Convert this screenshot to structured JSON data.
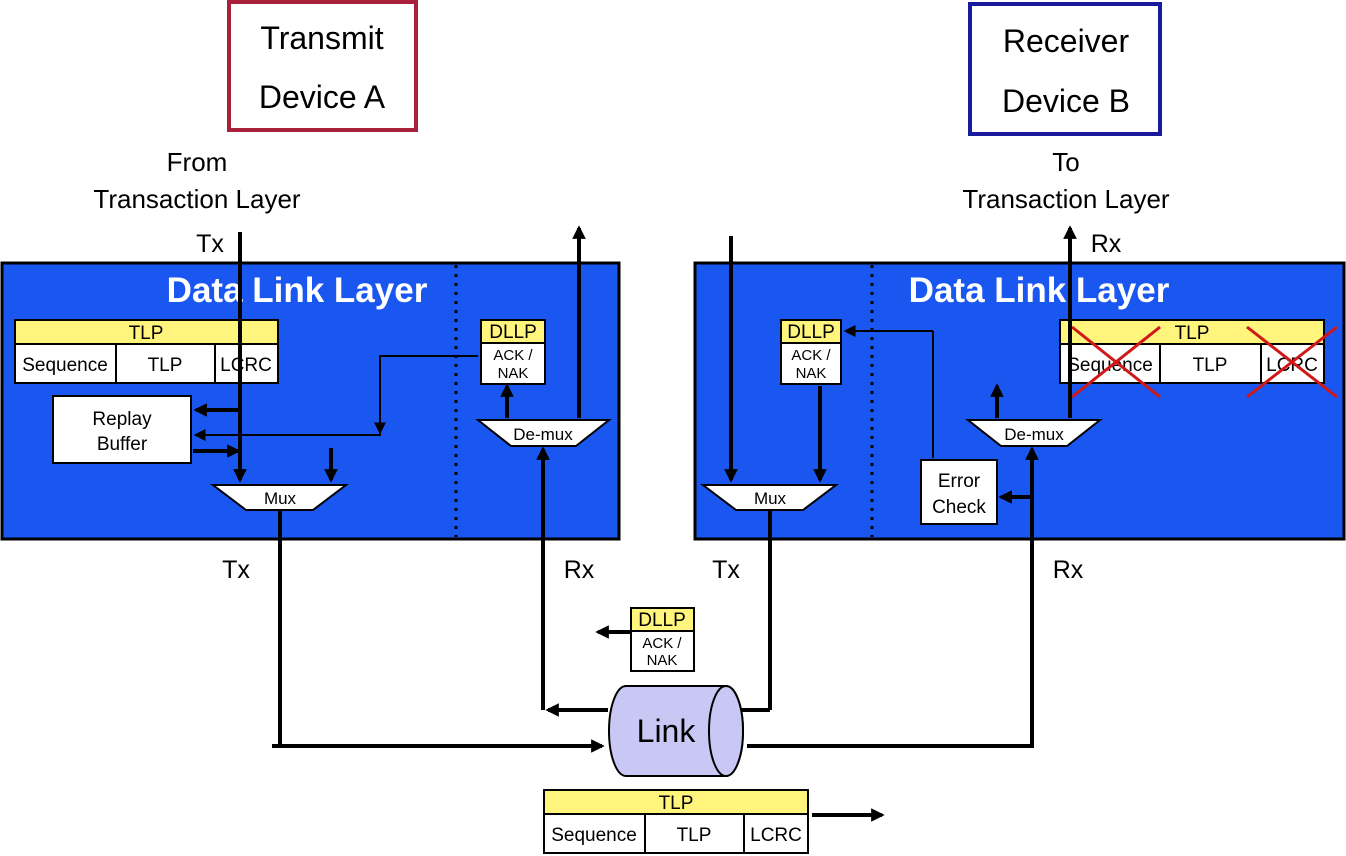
{
  "transmit": {
    "line1": "Transmit",
    "line2": "Device A",
    "border_color": "#a8203a"
  },
  "receiver": {
    "line1": "Receiver",
    "line2": "Device B",
    "border_color": "#1a1a9c"
  },
  "from_label": {
    "line1": "From",
    "line2": "Transaction Layer"
  },
  "to_label": {
    "line1": "To",
    "line2": "Transaction Layer"
  },
  "port_labels": {
    "tx_top_left": "Tx",
    "rx_top_right": "Rx",
    "tx_left_bottom": "Tx",
    "rx_left_bottom": "Rx",
    "tx_right_bottom": "Tx",
    "rx_right_bottom": "Rx"
  },
  "layer_title_left": "Data Link Layer",
  "layer_title_right": "Data Link Layer",
  "layer_color": "#1a56f0",
  "tlp_header_color": "#fff47c",
  "tlp_left": {
    "header": "TLP",
    "seq": "Sequence",
    "tlp": "TLP",
    "lcrc": "LCRC"
  },
  "tlp_right": {
    "header": "TLP",
    "seq": "Sequence",
    "tlp": "TLP",
    "lcrc": "LCRC"
  },
  "tlp_bottom": {
    "header": "TLP",
    "seq": "Sequence",
    "tlp": "TLP",
    "lcrc": "LCRC"
  },
  "dllp_left": {
    "header": "DLLP",
    "line1": "ACK /",
    "line2": "NAK"
  },
  "dllp_right": {
    "header": "DLLP",
    "line1": "ACK /",
    "line2": "NAK"
  },
  "dllp_link": {
    "header": "DLLP",
    "line1": "ACK /",
    "line2": "NAK"
  },
  "replay_buffer": {
    "line1": "Replay",
    "line2": "Buffer"
  },
  "error_check": {
    "line1": "Error",
    "line2": "Check"
  },
  "mux_left": "Mux",
  "mux_right": "Mux",
  "demux_left": "De-mux",
  "demux_right": "De-mux",
  "link": {
    "label": "Link",
    "color": "#c9c8f5"
  },
  "cross_color": "#d01818"
}
